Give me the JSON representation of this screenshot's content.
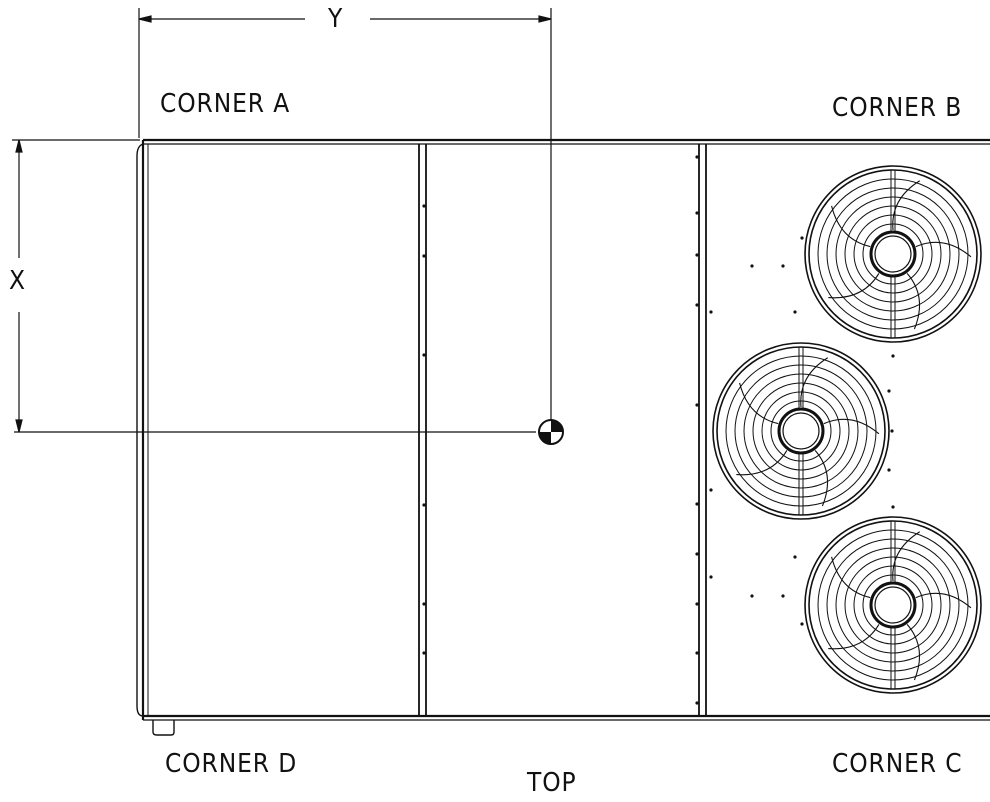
{
  "labels": {
    "corner_a": "CORNER  A",
    "corner_b": "CORNER  B",
    "corner_c": "CORNER  C",
    "corner_d": "CORNER  D",
    "view": "TOP",
    "dim_x": "X",
    "dim_y": "Y"
  },
  "fans": {
    "count": 3
  },
  "colors": {
    "line": "#111111",
    "background": "#ffffff"
  }
}
